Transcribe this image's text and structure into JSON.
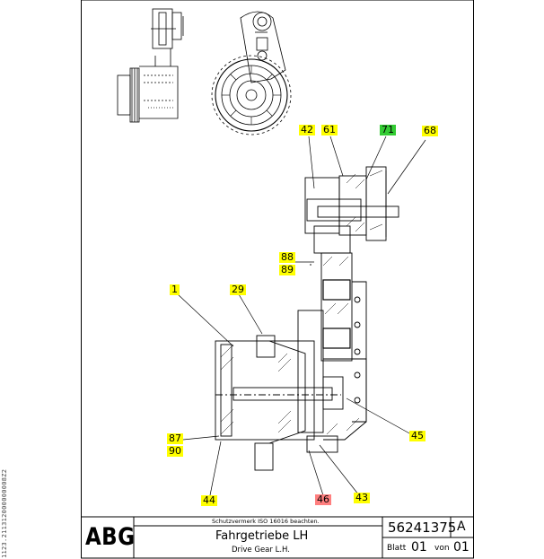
{
  "callouts": [
    {
      "id": "42",
      "label": "42",
      "color": "#ffff00"
    },
    {
      "id": "61",
      "label": "61",
      "color": "#ffff00"
    },
    {
      "id": "71",
      "label": "71",
      "color": "#33cc33"
    },
    {
      "id": "68",
      "label": "68",
      "color": "#ffff00"
    },
    {
      "id": "88",
      "label": "88",
      "color": "#ffff00"
    },
    {
      "id": "89",
      "label": "89",
      "color": "#ffff00"
    },
    {
      "id": "1",
      "label": "1",
      "color": "#ffff00"
    },
    {
      "id": "29",
      "label": "29",
      "color": "#ffff00"
    },
    {
      "id": "87",
      "label": "87",
      "color": "#ffff00"
    },
    {
      "id": "90",
      "label": "90",
      "color": "#ffff00"
    },
    {
      "id": "45",
      "label": "45",
      "color": "#ffff00"
    },
    {
      "id": "44",
      "label": "44",
      "color": "#ffff00"
    },
    {
      "id": "46",
      "label": "46",
      "color": "#ff7f7f"
    },
    {
      "id": "43",
      "label": "43",
      "color": "#ffff00"
    }
  ],
  "title_block": {
    "logo": "ABG",
    "protection_note": "Schutzvermerk ISO 16016 beachten.",
    "title_de": "Fahrgetriebe LH",
    "title_en": "Drive Gear L.H.",
    "drawing_number": "56241375",
    "revision": "A",
    "sheet_label": "Blatt",
    "sheet_number": "01",
    "of_label": "von",
    "sheet_total": "01"
  },
  "side_code": "1123.211312000000008Z2"
}
